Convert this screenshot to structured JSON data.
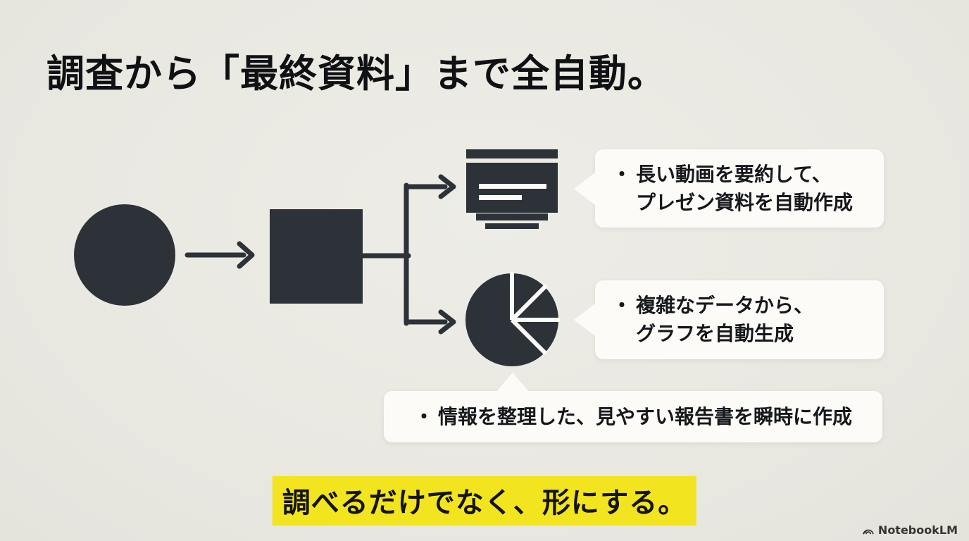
{
  "slide": {
    "title": "調査から「最終資料」まで全自動。",
    "tagline": "調べるだけでなく、形にする。",
    "bullet_char": "・"
  },
  "bubbles": [
    {
      "id": "video-summary",
      "lines": [
        "長い動画を要約して、",
        "プレゼン資料を自動作成"
      ]
    },
    {
      "id": "auto-graph",
      "lines": [
        "複雑なデータから、",
        "グラフを自動生成"
      ]
    },
    {
      "id": "instant-report",
      "lines": [
        "情報を整理した、見やすい報告書を瞬時に作成"
      ]
    }
  ],
  "footer": {
    "brand": "NotebookLM"
  },
  "icons": {
    "source": "circle-shape-icon",
    "process": "square-shape-icon",
    "output_top": "presentation-slides-icon",
    "output_bottom": "pie-chart-icon",
    "brand": "notebooklm-logo-icon"
  },
  "colors": {
    "background": "#e9e8e1",
    "shape_dark": "#2d3138",
    "bubble_white": "#fcfbf8",
    "highlight_yellow": "#f2e41e",
    "text": "#111111"
  }
}
